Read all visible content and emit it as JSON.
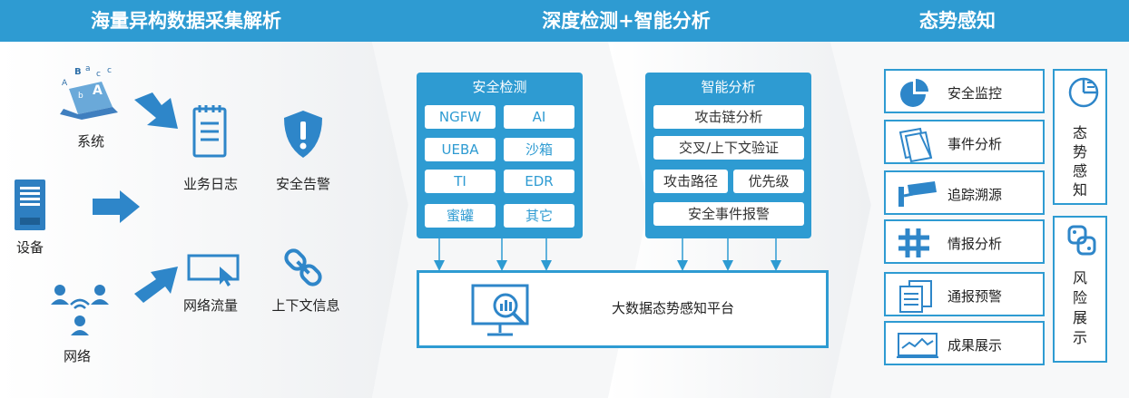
{
  "header": {
    "col1_title": "海量异构数据采集解析",
    "col2_title": "深度检测+智能分析",
    "col3_title": "态势感知"
  },
  "sources": {
    "system": "系统",
    "device": "设备",
    "network": "网络"
  },
  "collected": {
    "business_log": "业务日志",
    "security_alert": "安全告警",
    "network_traffic": "网络流量",
    "context_info": "上下文信息"
  },
  "detection": {
    "title": "安全检测",
    "items": [
      "NGFW",
      "AI",
      "UEBA",
      "沙箱",
      "TI",
      "EDR",
      "蜜罐",
      "其它"
    ]
  },
  "analysis": {
    "title": "智能分析",
    "items": [
      "攻击链分析",
      "交叉/上下文验证",
      "攻击路径",
      "优先级",
      "安全事件报警"
    ]
  },
  "platform": {
    "label": "大数据态势感知平台"
  },
  "situation": {
    "items": [
      "安全监控",
      "事件分析",
      "追踪溯源",
      "情报分析",
      "通报预警",
      "成果展示"
    ],
    "side1": [
      "态",
      "势",
      "感",
      "知"
    ],
    "side2": [
      "风",
      "险",
      "展",
      "示"
    ]
  },
  "colors": {
    "primary": "#2e9bd2",
    "panel_text": "#2e9bd2"
  }
}
